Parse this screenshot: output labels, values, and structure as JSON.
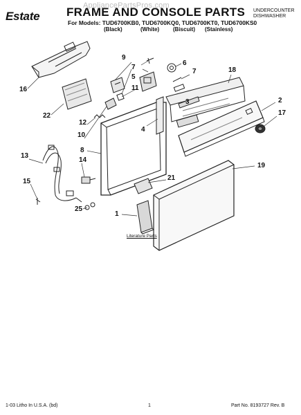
{
  "header": {
    "brand": "Estate",
    "title": "FRAME AND CONSOLE PARTS",
    "watermark": "AppliancePartsPros.com",
    "product_line1": "UNDERCOUNTER",
    "product_line2": "DISHWASHER",
    "models_label": "For Models: TUD6700KB0, TUD6700KQ0, TUD6700KT0, TUD6700KS0",
    "colors": [
      "(Black)",
      "(White)",
      "(Biscuit)",
      "(Stainless)"
    ]
  },
  "callouts": [
    "1",
    "2",
    "3",
    "4",
    "5",
    "6",
    "7",
    "7",
    "8",
    "9",
    "10",
    "11",
    "12",
    "13",
    "14",
    "15",
    "16",
    "17",
    "18",
    "19",
    "21",
    "22",
    "25"
  ],
  "literature_label": "Literature Parts",
  "footer": {
    "left": "1-03 Litho In U.S.A. (bd)",
    "center": "1",
    "right": "Part No. 8193727 Rev. B"
  }
}
